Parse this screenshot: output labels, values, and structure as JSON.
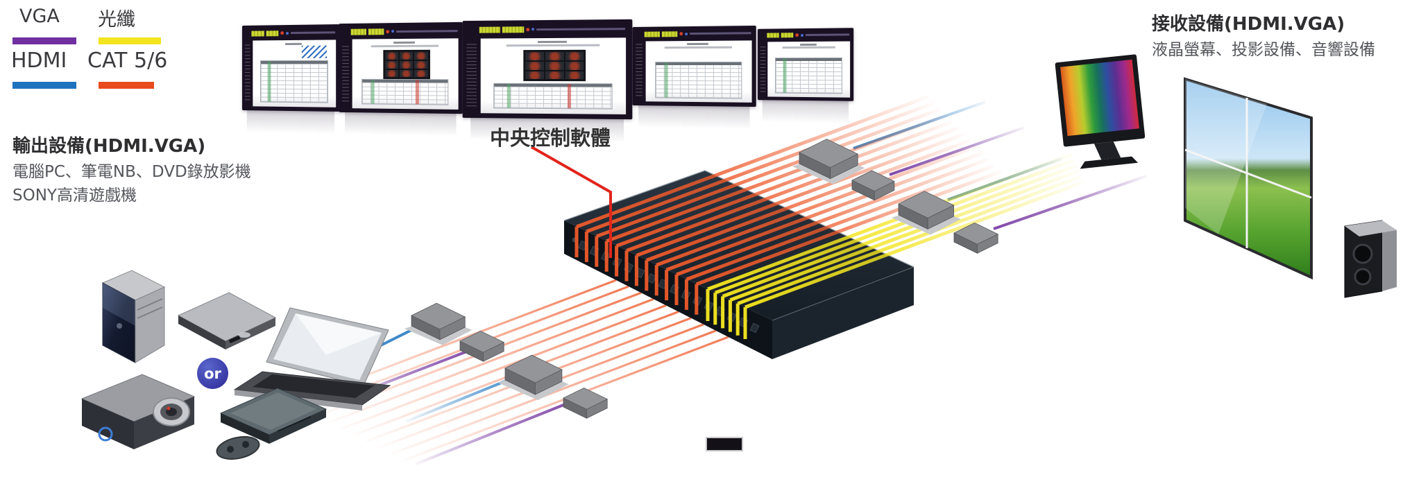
{
  "legend": {
    "vga": {
      "label": "VGA",
      "color": "#7030A0"
    },
    "fiber": {
      "label": "光纖",
      "color": "#F2E41F"
    },
    "hdmi": {
      "label": "HDMI",
      "color": "#1E73BE"
    },
    "cat": {
      "label": "CAT 5/6",
      "color": "#E84B1D"
    }
  },
  "source_block": {
    "title": "輸出設備(HDMI.VGA)",
    "line1": "電腦PC、筆電NB、DVD錄放影機",
    "line2": "SONY高清遊戲機"
  },
  "receiver_block": {
    "title": "接收設備(HDMI.VGA)",
    "line1": "液晶螢幕、投影設備、音響設備"
  },
  "central_software_label": "中央控制軟體",
  "or_badge": "or",
  "cable_colors": {
    "vga": "#7B3FA4",
    "fiber": "#F2E41F",
    "hdmi": "#2E7FC4",
    "cat56": "#ED5A2B",
    "control": "#E2241C"
  }
}
